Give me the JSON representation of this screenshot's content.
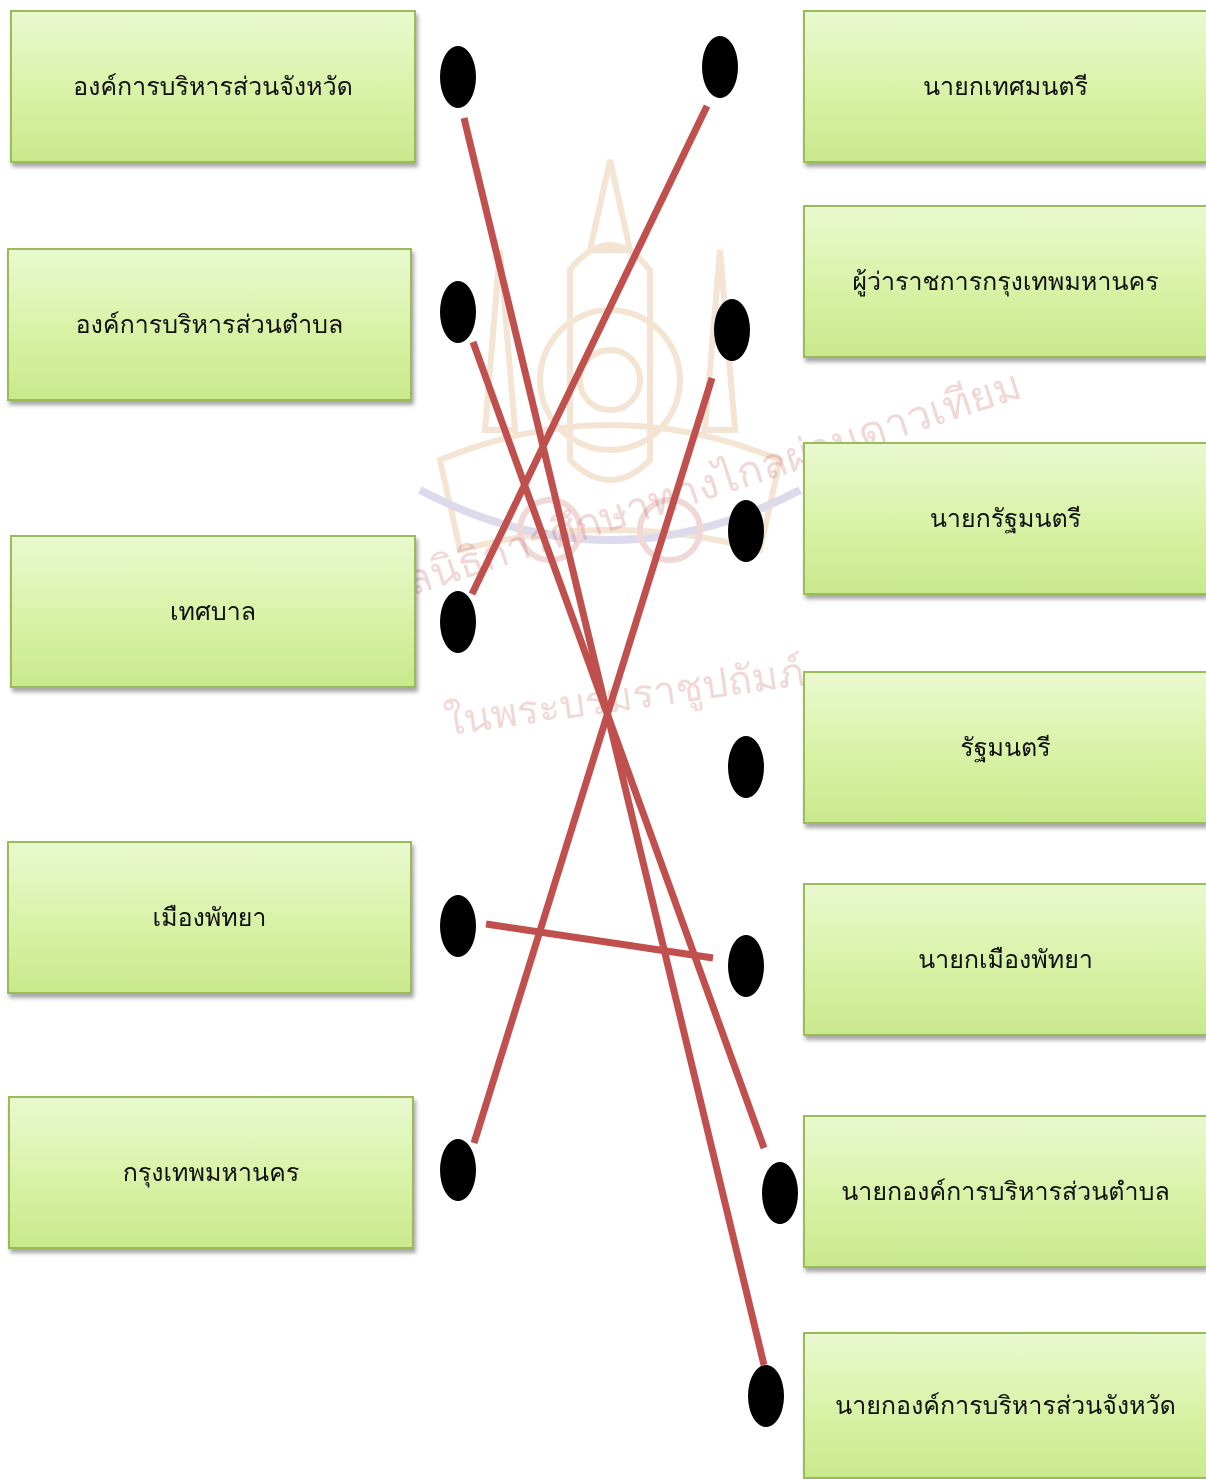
{
  "left_items": [
    {
      "label": "องค์การบริหารส่วนจังหวัด"
    },
    {
      "label": "องค์การบริหารส่วนตำบล"
    },
    {
      "label": "เทศบาล"
    },
    {
      "label": "เมืองพัทยา"
    },
    {
      "label": "กรุงเทพมหานคร"
    }
  ],
  "right_items": [
    {
      "label": "นายกเทศมนตรี"
    },
    {
      "label": "ผู้ว่าราชการกรุงเทพมหานคร"
    },
    {
      "label": "นายกรัฐมนตรี"
    },
    {
      "label": "รัฐมนตรี"
    },
    {
      "label": "นายกเมืองพัทยา"
    },
    {
      "label": "นายกองค์การบริหารส่วนตำบล"
    },
    {
      "label": "นายกองค์การบริหารส่วนจังหวัด"
    }
  ],
  "connections": [
    {
      "from": 0,
      "to": 6
    },
    {
      "from": 1,
      "to": 5
    },
    {
      "from": 2,
      "to": 0
    },
    {
      "from": 3,
      "to": 4
    },
    {
      "from": 4,
      "to": 1
    }
  ],
  "colors": {
    "line": "#c0504d",
    "dot": "#000000",
    "box_border": "#9bbb59",
    "watermark": "#c0504d"
  },
  "watermark": {
    "line1": "มูลนิธิการศึกษาทางไกลผ่านดาวเทียม",
    "line2": "ในพระบรมราชูปถัมภ์"
  }
}
